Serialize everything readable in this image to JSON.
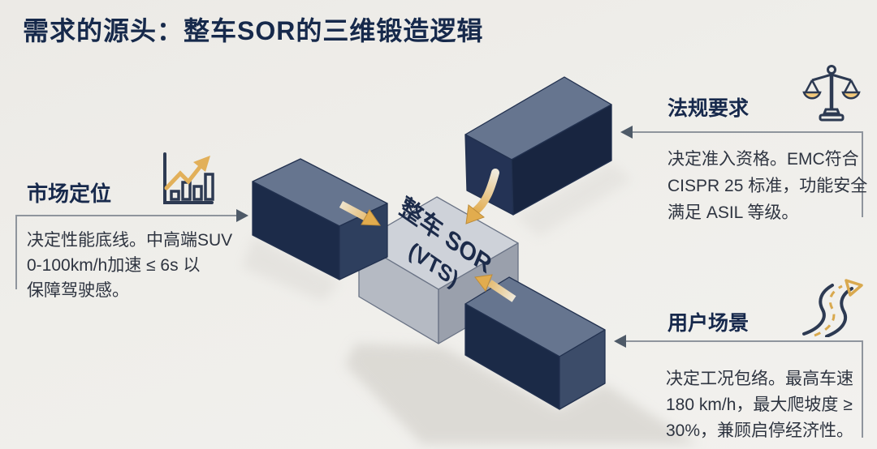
{
  "title": "需求的源头：整车SOR的三维锻造逻辑",
  "center_block": {
    "name": "整车 SOR (VTS)",
    "label_line1": "整车 SOR",
    "label_line2": "(VTS)"
  },
  "sections": {
    "market": {
      "heading": "市场定位",
      "icon": "growth-bar-chart-icon",
      "lines": [
        "决定性能底线。中高端SUV",
        "0-100km/h加速 ≤ 6s 以",
        "保障驾驶感。"
      ]
    },
    "regulation": {
      "heading": "法规要求",
      "icon": "balance-scale-icon",
      "lines": [
        "决定准入资格。EMC符合",
        "CISPR 25 标准，功能安全",
        "满足 ASIL 等级。"
      ]
    },
    "user_scenario": {
      "heading": "用户场景",
      "icon": "winding-road-icon",
      "lines": [
        "决定工况包络。最高车速",
        "180 km/h，最大爬坡度 ≥",
        "30%，兼顾启停经济性。"
      ]
    }
  },
  "colors": {
    "title_navy": "#16294b",
    "body_text": "#2e3440",
    "box_top_face": "#66758f",
    "box_dark_face": "#1b2a47",
    "cube_top_face": "#ced2d9",
    "accent_gold": "#e2ac4e",
    "line_gray": "#8f959d",
    "background": "#efeeea"
  }
}
